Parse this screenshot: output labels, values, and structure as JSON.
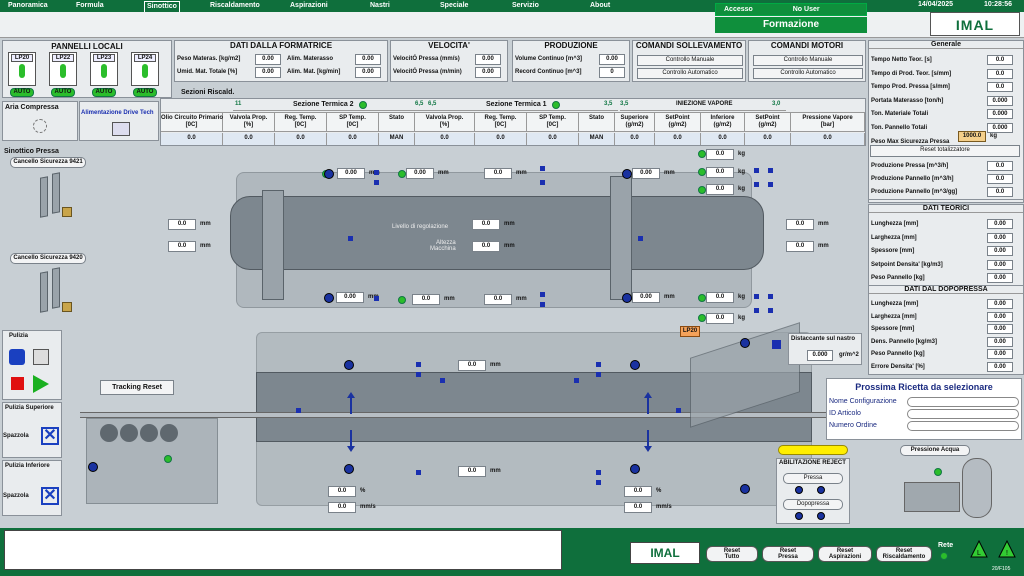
{
  "menu": [
    "Panoramica",
    "Formula",
    "Sinottico",
    "Riscaldamento",
    "Aspirazioni",
    "Nastri",
    "Speciale",
    "Servizio",
    "About"
  ],
  "header": {
    "access_label": "Accesso",
    "user": "No User",
    "page_title": "Formazione",
    "date": "14/04/2025",
    "time": "10:28:56",
    "logo": "IMAL"
  },
  "pannelli": {
    "title": "PANNELLI LOCALI",
    "items": [
      {
        "id": "LP20",
        "state": "AUTO"
      },
      {
        "id": "LP22",
        "state": "AUTO"
      },
      {
        "id": "LP23",
        "state": "AUTO"
      },
      {
        "id": "LP24",
        "state": "AUTO"
      }
    ]
  },
  "formatrice": {
    "title": "DATI DALLA FORMATRICE",
    "peso_label": "Peso Materas. [kg/m2]",
    "peso": "0.00",
    "umid_label": "Umid. Mat. Totale [%]",
    "umid": "0.00",
    "alim_label": "Alim. Materasso",
    "alim": "0.00",
    "alimmat_label": "Alim. Mat. [kg/min]",
    "alimmat": "0.00"
  },
  "velocita": {
    "title": "VELOCITA'",
    "v1_label": "VelocitÓ Pressa (mm/s)",
    "v1": "0.00",
    "v2_label": "VelocitÓ Pressa (m/min)",
    "v2": "0.00"
  },
  "produzione": {
    "title": "PRODUZIONE",
    "vol_label": "Volume Continuo [m^3]",
    "vol": "0.00",
    "rec_label": "Record Continuo [m^3]",
    "rec": "0"
  },
  "sollevamento": {
    "title": "COMANDI SOLLEVAMENTO",
    "manual": "Controllo Manuale",
    "auto": "Controllo Automatico"
  },
  "motori": {
    "title": "COMANDI MOTORI",
    "manual": "Controllo Manuale",
    "auto": "Controllo Automatico"
  },
  "aria": {
    "title": "Aria Compressa"
  },
  "drive": {
    "title": "Alimentazione Drive Tech"
  },
  "sezioni": {
    "title": "Sezioni Riscald.",
    "s2_num": "11",
    "s2_label": "Sezione Termica 2",
    "s2_val": "6,5",
    "s1_num": "6,5",
    "s1_label": "Sezione Termica 1",
    "s1_val": "3,5",
    "iv_num": "3,5",
    "iv_label": "INIEZIONE VAPORE",
    "iv_val": "3,0",
    "headers": [
      "Olio Circuito Primario\n[0C]",
      "Valvola Prop.\n[%]",
      "Reg. Temp.\n[0C]",
      "SP Temp.\n[0C]",
      "Stato",
      "Valvola Prop.\n[%]",
      "Reg. Temp.\n[0C]",
      "SP Temp.\n[0C]",
      "Stato",
      "Superiore\n(g/m2)",
      "SetPoint\n(g/m2)",
      "Inferiore\n(g/m2)",
      "SetPoint\n(g/m2)",
      "Pressione Vapore\n[bar]"
    ],
    "values": [
      "0.0",
      "0.0",
      "0.0",
      "0.0",
      "MAN",
      "0.0",
      "0.0",
      "0.0",
      "MAN",
      "0.0",
      "0.0",
      "0.0",
      "0.0",
      "0.0"
    ]
  },
  "sinottico": {
    "title": "Sinottico Pressa",
    "gate1": "Cancello Sicurezza 9421",
    "gate2": "Cancello Sicurezza 9420",
    "livello_label": "Livello di regolazione",
    "altezza_label": "Altezza\nMacchina",
    "lp20": "LP20",
    "distaccante_label": "Distaccante sul nastro",
    "distaccante": "0.000",
    "distaccante_unit": "gr/m^2",
    "tracking": "Tracking Reset",
    "mm": "mm",
    "kg": "kg",
    "pct": "%",
    "mms": "mm/s",
    "zero": "0.0",
    "zero2": "0.00"
  },
  "pulizia": {
    "title": "Pulizia",
    "sup_title": "Pulizia Superiore",
    "inf_title": "Pulizia Inferiore",
    "spazzola": "Spazzola"
  },
  "generale": {
    "title": "Generale",
    "rows": [
      {
        "l": "Tempo Netto Teor. [s]",
        "v": "0.0"
      },
      {
        "l": "Tempo di Prod. Teor. [s/mm]",
        "v": "0.0"
      },
      {
        "l": "Tempo Prod. Pressa [s/mm]",
        "v": "0.0"
      },
      {
        "l": "Portata Materasso [ton/h]",
        "v": "0.000"
      },
      {
        "l": "Ton. Materiale Totali",
        "v": "0.000"
      },
      {
        "l": "Ton. Pannello Totali",
        "v": "0.000"
      },
      {
        "l": "Peso Max Sicurezza Pressa",
        "v": "1000.0"
      }
    ],
    "unit_kg": "kg",
    "reset": "Reset totalizzatore",
    "prod_rows": [
      {
        "l": "Produzione Pressa [m^3/h]",
        "v": "0.0"
      },
      {
        "l": "Produzione Pannello [m^3/h]",
        "v": "0.0"
      },
      {
        "l": "Produzione Pannello [m^3/gg]",
        "v": "0.0"
      }
    ]
  },
  "teorici": {
    "title": "DATI TEORICI",
    "rows": [
      {
        "l": "Lunghezza [mm]",
        "v": "0.00"
      },
      {
        "l": "Larghezza [mm]",
        "v": "0.00"
      },
      {
        "l": "Spessore [mm]",
        "v": "0.00"
      },
      {
        "l": "Setpoint Densita' [kg/m3]",
        "v": "0.00"
      },
      {
        "l": "Peso Pannello [kg]",
        "v": "0.00"
      }
    ]
  },
  "dopopressa": {
    "title": "DATI DAL DOPOPRESSA",
    "rows": [
      {
        "l": "Lunghezza [mm]",
        "v": "0.00"
      },
      {
        "l": "Larghezza [mm]",
        "v": "0.00"
      },
      {
        "l": "Spessore [mm]",
        "v": "0.00"
      },
      {
        "l": "Dens. Pannello [kg/m3]",
        "v": "0.00"
      },
      {
        "l": "Peso Pannello [kg]",
        "v": "0.00"
      },
      {
        "l": "Errore Densita' [%]",
        "v": "0.00"
      }
    ]
  },
  "ricetta": {
    "title": "Prossima Ricetta da selezionare",
    "f1": "Nome Configurazione",
    "f2": "ID Articolo",
    "f3": "Numero Ordine"
  },
  "reject": {
    "title": "ABILITAZIONE REJECT",
    "b1": "Pressa",
    "b2": "Dopopressa"
  },
  "acqua": {
    "title": "Pressione Acqua"
  },
  "bottom": {
    "logo": "IMAL",
    "b1": "Reset\nTutto",
    "b2": "Reset\nPressa",
    "b3": "Reset\nAspirazioni",
    "b4": "Reset\nRiscaldamento",
    "rete": "Rete",
    "ver": "20/F105"
  },
  "colors": {
    "bar": "#0f6f3c",
    "status": "#2bbd2b",
    "actuator": "#1a32a0",
    "warning": "#ffee00"
  }
}
